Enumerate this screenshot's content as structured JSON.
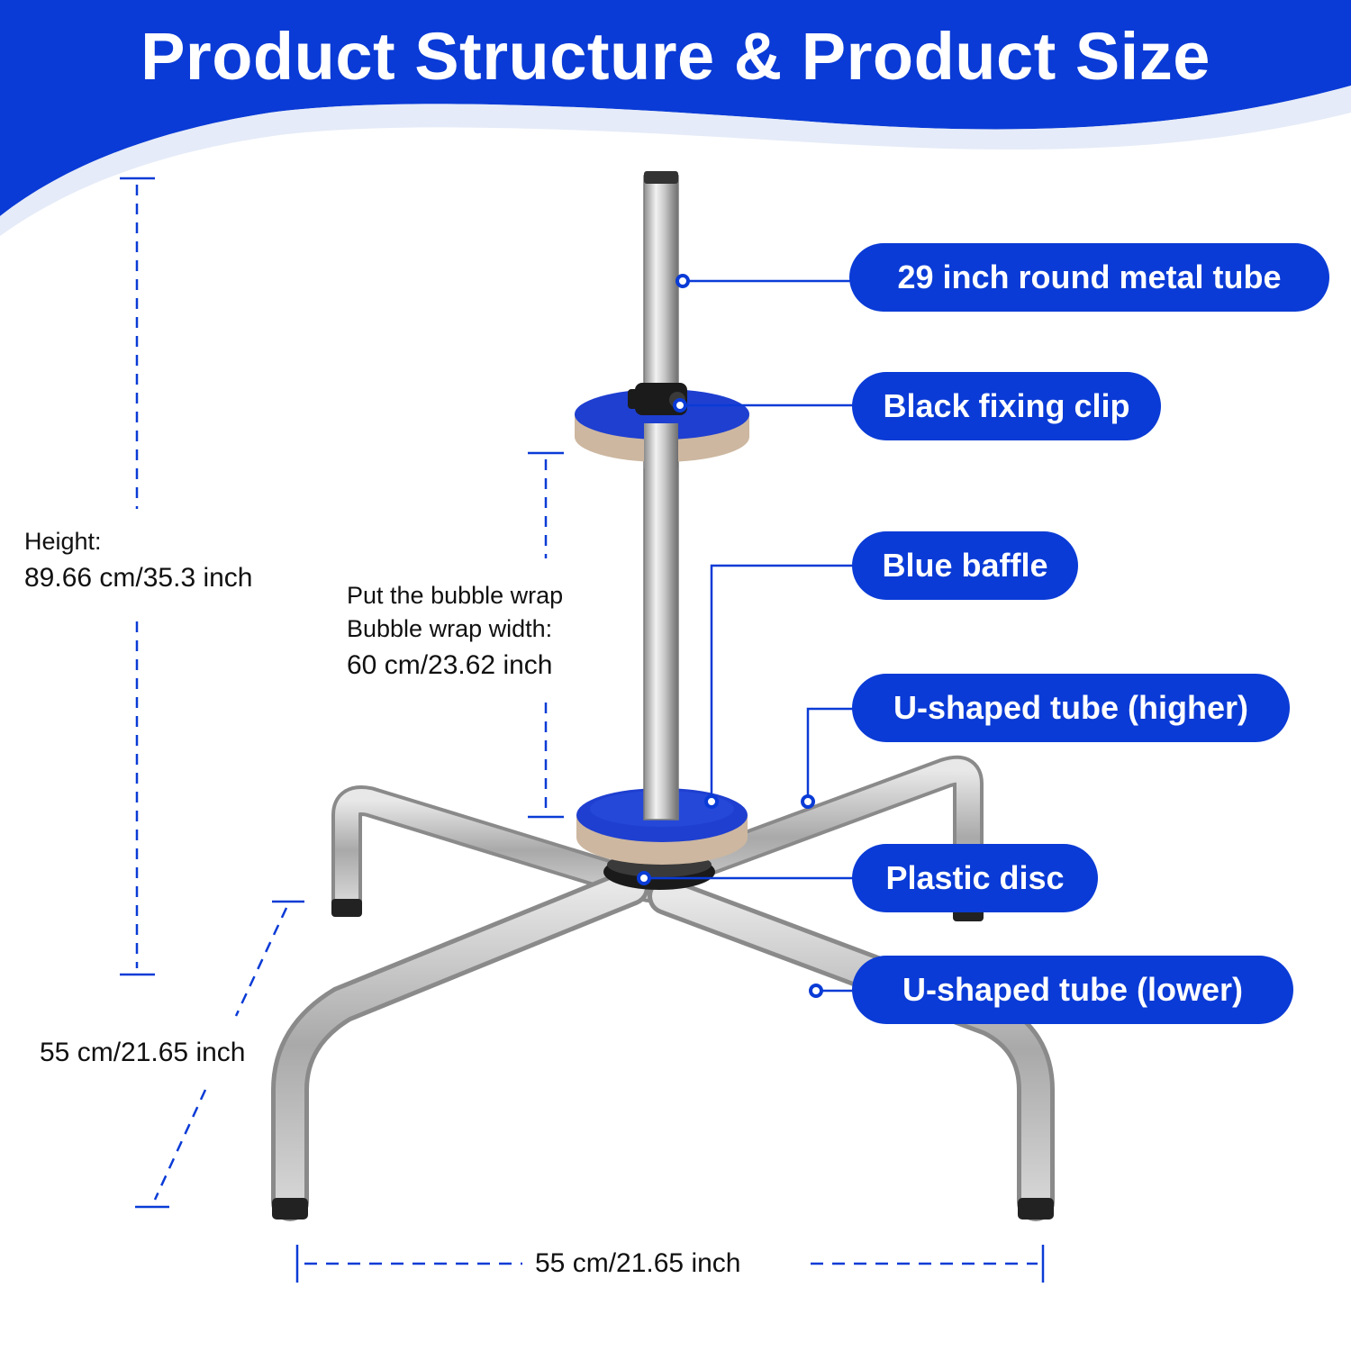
{
  "title": "Product Structure & Product Size",
  "callouts": [
    "29 inch round metal tube",
    "Black fixing clip",
    "Blue baffle",
    "U-shaped tube (higher)",
    "Plastic disc",
    "U-shaped tube (lower)"
  ],
  "dimensions": {
    "height_label": "Height:",
    "height_value": "89.66 cm/35.3 inch",
    "bubble_note": "Put the bubble wrap",
    "bubble_width_label": "Bubble wrap width:",
    "bubble_width_value": "60 cm/23.62 inch",
    "depth_value": "55 cm/21.65 inch",
    "width_value": "55 cm/21.65 inch"
  },
  "colors": {
    "accent": "#0a3bd6",
    "baffle": "#1f3fd0",
    "text": "#111111"
  }
}
